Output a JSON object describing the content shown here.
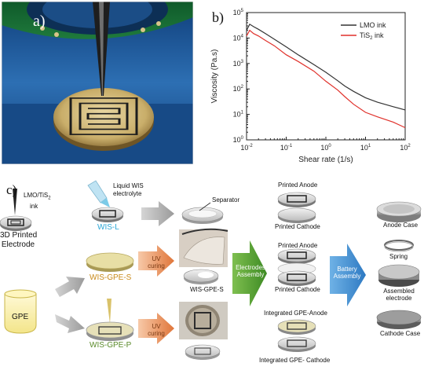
{
  "panel_a": {
    "label": "a)"
  },
  "panel_b": {
    "label": "b)"
  },
  "panel_c": {
    "label": "c)",
    "ink_label_line1": "LMO/TiS",
    "ink_label_sub": "2",
    "ink_label_line2": "ink",
    "printed_electrode_line1": "3D Printed",
    "printed_electrode_line2": "Electrode",
    "liquid_line1": "Liquid WIS",
    "liquid_line2": "electrolyte",
    "wis_l": "WIS-L",
    "separator": "Separator",
    "gpe": "GPE",
    "wis_gpe_s": "WIS-GPE-S",
    "wis_gpe_p": "WIS-GPE-P",
    "uv_curing": "UV curing",
    "wis_gpe_s_small": "WIS-GPE-S",
    "printed_anode_1": "Printed Anode",
    "printed_cathode_1": "Printed Cathode",
    "printed_anode_2": "Printed Anode",
    "printed_cathode_2": "Printed Cathode",
    "integrated_anode": "Integrated GPE-Anode",
    "integrated_cathode": "Integrated GPE- Cathode",
    "electrodes_assembly": "Electrodes Assembly",
    "battery_assembly": "Battery Assembly",
    "anode_case": "Anode Case",
    "spring": "Spring",
    "assembled_line1": "Assembled",
    "assembled_line2": "electrode",
    "cathode_case": "Cathode Case"
  },
  "chart_data": {
    "type": "line",
    "xscale": "log",
    "yscale": "log",
    "xlabel": "Shear rate (1/s)",
    "ylabel": "Viscosity (Pa.s)",
    "xlim": [
      0.01,
      100
    ],
    "ylim": [
      1,
      100000
    ],
    "x_ticks": [
      "10-2",
      "10-1",
      "100",
      "101",
      "102"
    ],
    "y_ticks": [
      "100",
      "101",
      "102",
      "103",
      "104",
      "105"
    ],
    "legend_position": "top-right",
    "series": [
      {
        "name": "LMO ink",
        "color": "#333333",
        "x": [
          0.01,
          0.012,
          0.015,
          0.02,
          0.03,
          0.05,
          0.1,
          0.2,
          0.5,
          1,
          2,
          3,
          5,
          10,
          20,
          50,
          100
        ],
        "y": [
          20000,
          35000,
          28000,
          22000,
          15000,
          9000,
          4500,
          2200,
          900,
          450,
          210,
          130,
          80,
          45,
          30,
          20,
          15
        ]
      },
      {
        "name": "TiS2 ink",
        "color": "#e0312b",
        "x": [
          0.01,
          0.012,
          0.015,
          0.02,
          0.03,
          0.05,
          0.1,
          0.2,
          0.5,
          1,
          2,
          3,
          5,
          10,
          20,
          50,
          100
        ],
        "y": [
          12000,
          20000,
          15000,
          12000,
          8000,
          5000,
          2200,
          1200,
          500,
          200,
          90,
          50,
          25,
          12,
          8,
          5,
          3
        ]
      }
    ]
  }
}
